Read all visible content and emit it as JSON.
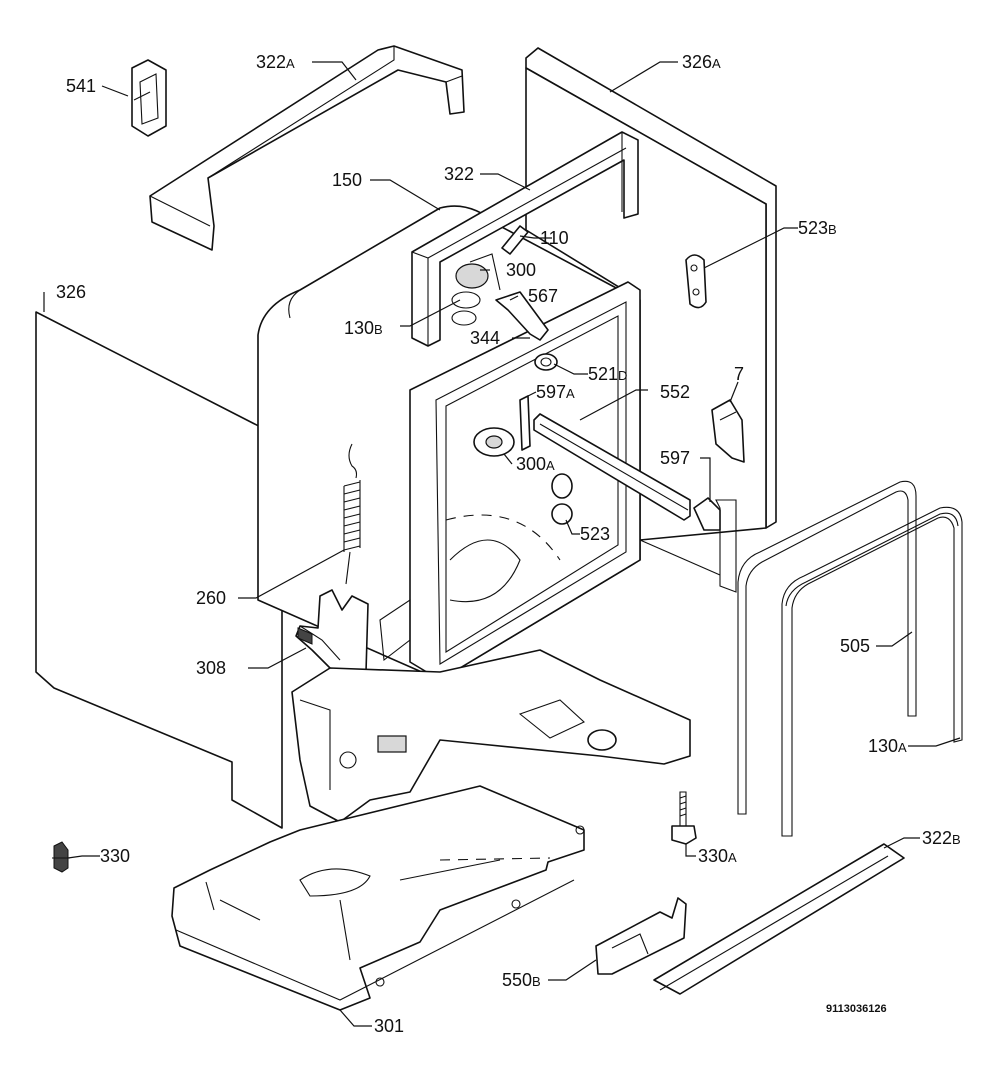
{
  "diagram_code": "9113036126",
  "labels": {
    "l541": {
      "num": "541",
      "suffix": ""
    },
    "l322a": {
      "num": "322",
      "suffix": "A"
    },
    "l326a": {
      "num": "326",
      "suffix": "A"
    },
    "l150": {
      "num": "150",
      "suffix": ""
    },
    "l322": {
      "num": "322",
      "suffix": ""
    },
    "l110": {
      "num": "110",
      "suffix": ""
    },
    "l523b": {
      "num": "523",
      "suffix": "B"
    },
    "l326": {
      "num": "326",
      "suffix": ""
    },
    "l300": {
      "num": "300",
      "suffix": ""
    },
    "l567": {
      "num": "567",
      "suffix": ""
    },
    "l130b": {
      "num": "130",
      "suffix": "B"
    },
    "l344": {
      "num": "344",
      "suffix": ""
    },
    "l521d": {
      "num": "521",
      "suffix": "D"
    },
    "l597a": {
      "num": "597",
      "suffix": "A"
    },
    "l552": {
      "num": "552",
      "suffix": ""
    },
    "l7": {
      "num": "7",
      "suffix": ""
    },
    "l300a": {
      "num": "300",
      "suffix": "A"
    },
    "l597": {
      "num": "597",
      "suffix": ""
    },
    "l523": {
      "num": "523",
      "suffix": ""
    },
    "l260": {
      "num": "260",
      "suffix": ""
    },
    "l505": {
      "num": "505",
      "suffix": ""
    },
    "l308": {
      "num": "308",
      "suffix": ""
    },
    "l130a": {
      "num": "130",
      "suffix": "A"
    },
    "l330": {
      "num": "330",
      "suffix": ""
    },
    "l330a": {
      "num": "330",
      "suffix": "A"
    },
    "l322b": {
      "num": "322",
      "suffix": "B"
    },
    "l550b": {
      "num": "550",
      "suffix": "B"
    },
    "l301": {
      "num": "301",
      "suffix": ""
    }
  }
}
